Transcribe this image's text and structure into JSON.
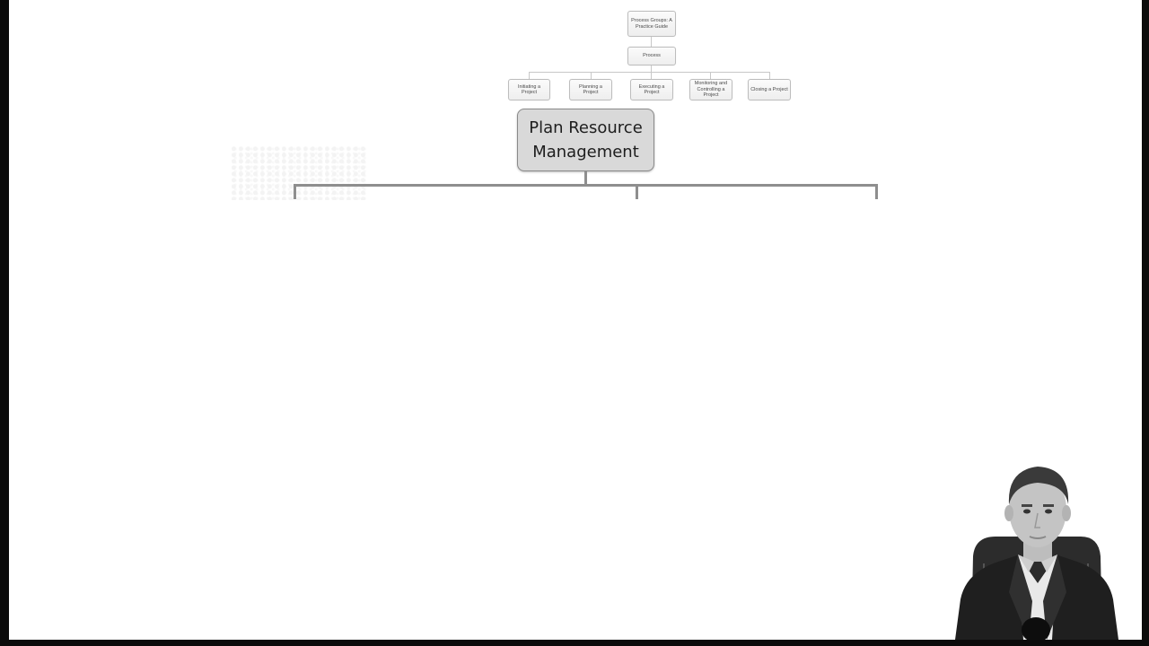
{
  "diagram": {
    "root_label": "Process Groups: A Practice Guide",
    "process_label": "Process",
    "process_groups": [
      "Initiating a Project",
      "Planning a Project",
      "Executing a Project",
      "Monitoring and Controlling a Project",
      "Closing a Project"
    ],
    "main_process": "Plan Resource Management"
  },
  "presenter": {
    "icon": "presenter-webcam-icon"
  }
}
